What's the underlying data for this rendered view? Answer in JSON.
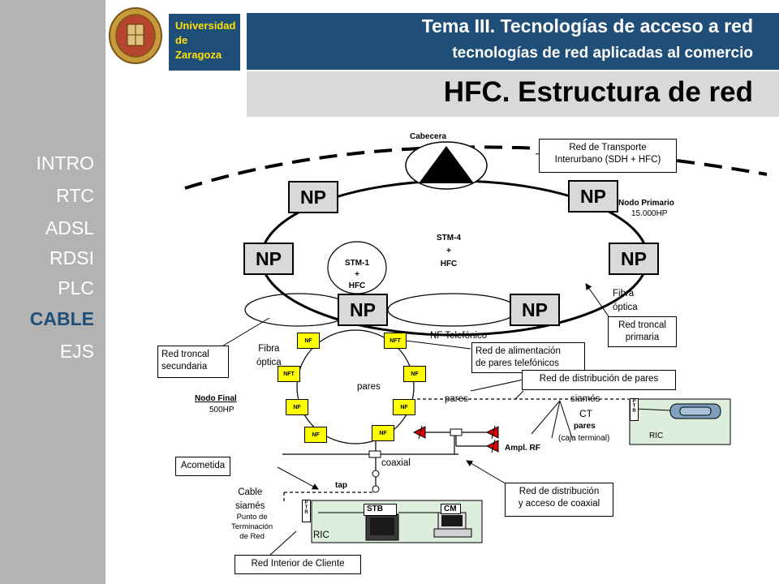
{
  "sidebar": {
    "items": [
      "INTRO",
      "RTC",
      "ADSL",
      "RDSI",
      "PLC",
      "CABLE",
      "EJS"
    ],
    "active": "CABLE"
  },
  "header": {
    "uni_line1": "Universidad",
    "uni_line2": "de",
    "uni_line3": "Zaragoza",
    "title": "Tema III. Tecnologías de acceso a red",
    "subtitle": "tecnologías de red aplicadas al comercio",
    "main_title": "HFC. Estructura de red"
  },
  "colors": {
    "header_blue": "#1f4e79",
    "university_yellow": "#ffe000",
    "sidebar_gray": "#b3b3b3",
    "nf_yellow": "#ffff00",
    "amp_red": "#e00000"
  },
  "diagram": {
    "cabecera": "Cabecera",
    "np_label": "NP",
    "stm4": [
      "STM-4",
      "+",
      "HFC"
    ],
    "stm1": [
      "STM-1",
      "+",
      "HFC"
    ],
    "nodo_primario": "Nodo Primario",
    "nodo_primario_hp": "15.000HP",
    "red_transporte": [
      "Red de Transporte",
      "Interurbano (SDH + HFC)"
    ],
    "fibra_optica_right": [
      "Fibra",
      "óptica"
    ],
    "red_troncal_primaria": [
      "Red troncal",
      "primaria"
    ],
    "red_troncal_secundaria": [
      "Red troncal",
      "secundaria"
    ],
    "fibra_optica_left": [
      "Fibra",
      "óptica"
    ],
    "nf_telefonico": "NF Telefónico",
    "red_alimentacion": [
      "Red de alimentación",
      "de pares telefónicos"
    ],
    "red_distribucion_pares": "Red de distribución de pares",
    "nf_nodes": [
      "NF",
      "NFT",
      "NFT",
      "NF",
      "NF",
      "NF",
      "NF",
      "NF"
    ],
    "pares_inner": "pares",
    "nodo_final": "Nodo Final",
    "nodo_final_hp": "500HP",
    "pares_line": "pares",
    "siames": "siamés",
    "ct": "CT",
    "ct_pares": "pares",
    "caja_terminal": "(caja terminal)",
    "ric_top": "RIC",
    "ptr_letters": "P T R",
    "ampl_rf": "Ampl. RF",
    "coaxial": "coaxial",
    "acometida": "Acometida",
    "tap": "tap",
    "cable_siames": [
      "Cable",
      "siamés"
    ],
    "punto_terminacion": [
      "Punto de",
      "Terminación",
      "de Red"
    ],
    "red_distribucion_coax": [
      "Red de distribución",
      "y acceso de coaxial"
    ],
    "stb": "STB",
    "cm": "CM",
    "ric_bottom": "RIC",
    "red_interior": "Red Interior de Cliente"
  }
}
